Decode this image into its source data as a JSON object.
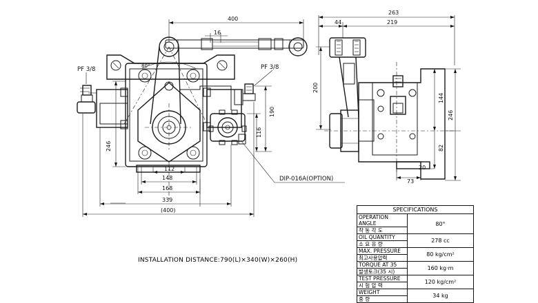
{
  "dimensions": {
    "d400_top": "400",
    "d16": "16",
    "d80": "80°",
    "d190": "190",
    "d116": "116",
    "d246_left": "246",
    "d112": "112",
    "d148": "148",
    "d168": "168",
    "d339": "339",
    "d400_bottom": "(400)",
    "d263": "263",
    "d44": "44",
    "d219": "219",
    "d200": "200",
    "d144": "144",
    "d246_right": "246",
    "d82": "82",
    "d20": "20",
    "d73": "73"
  },
  "labels": {
    "pf_left": "PF 3/8",
    "pf_right": "PF 3/8",
    "option": "DIP-016A(OPTION)",
    "installation": "INSTALLATION  DISTANCE:790(L)×340(W)×260(H)"
  },
  "specifications": {
    "title": "SPECIFICATIONS",
    "rows": [
      {
        "label_en": "OPERATION ANGLE",
        "label_ko": "작 동 각 도",
        "value": "80°"
      },
      {
        "label_en": "OIL QUANTITY",
        "label_ko": "소 요 유 량",
        "value": "278 cc"
      },
      {
        "label_en": "MAX. PRESSURE",
        "label_ko": "최고사용압력",
        "value": "80 kg/cm²"
      },
      {
        "label_en": "TORQUE AT 35",
        "label_ko": "발생토크(35 시)",
        "value": "160 kg·m"
      },
      {
        "label_en": "TEST PRESSURE",
        "label_ko": "시 험 압 력",
        "value": "120 kg/cm²"
      },
      {
        "label_en": "WEIGHT",
        "label_ko": "중 량",
        "value": "34 kg"
      }
    ]
  }
}
